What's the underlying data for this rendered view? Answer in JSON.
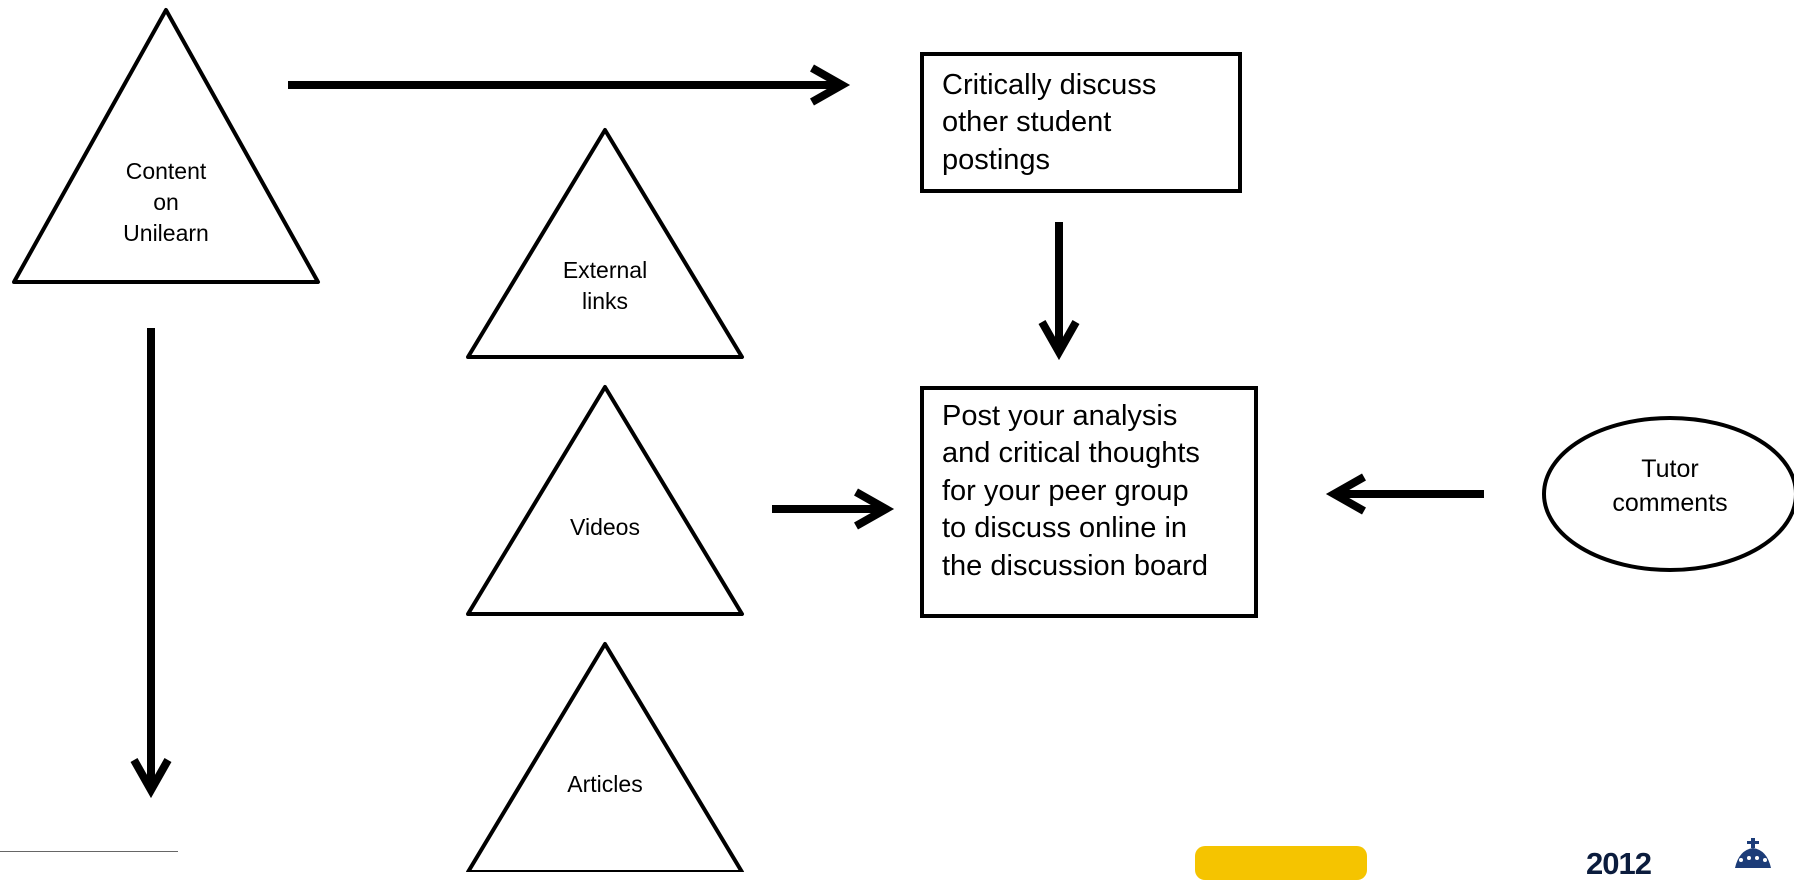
{
  "diagram": {
    "triangles": [
      {
        "id": "content-on-unilearn",
        "label": "Content\non\nUnilearn"
      },
      {
        "id": "external-links",
        "label": "External\nlinks"
      },
      {
        "id": "videos",
        "label": "Videos"
      },
      {
        "id": "articles",
        "label": "Articles"
      }
    ],
    "boxes": {
      "critically_discuss": "Critically discuss\nother student\npostings",
      "post_analysis": "Post your analysis\nand critical thoughts\nfor your peer group\nto discuss online in\nthe discussion board"
    },
    "ellipse": {
      "tutor_comments": "Tutor\ncomments"
    }
  },
  "footer": {
    "year": "2012",
    "badge_color": "#f5c400",
    "logo_icon": "crown-logo-icon"
  }
}
